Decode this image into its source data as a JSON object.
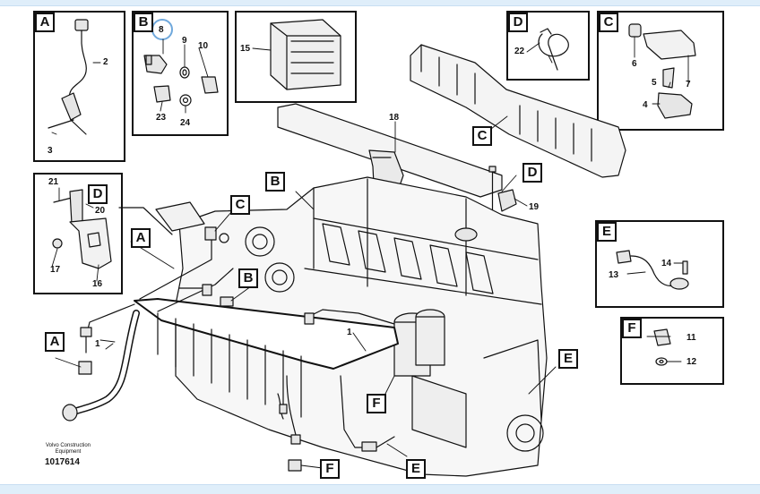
{
  "diagram": {
    "manufacturer_line1": "Volvo Construction",
    "manufacturer_line2": "Equipment",
    "document_number": "1017614",
    "view_labels": {
      "A": "A",
      "B": "B",
      "C": "C",
      "D": "D",
      "E": "E",
      "F": "F"
    },
    "part_numbers": {
      "p1": "1",
      "p2": "2",
      "p3": "3",
      "p4": "4",
      "p5": "5",
      "p6": "6",
      "p7": "7",
      "p8": "8",
      "p9": "9",
      "p10": "10",
      "p11": "11",
      "p12": "12",
      "p13": "13",
      "p14": "14",
      "p15": "15",
      "p16": "16",
      "p17": "17",
      "p18": "18",
      "p19": "19",
      "p20": "20",
      "p21": "21",
      "p22": "22",
      "p23": "23",
      "p24": "24"
    },
    "highlight_color": "#6fa8dc",
    "band_color": "#dfeefa"
  }
}
